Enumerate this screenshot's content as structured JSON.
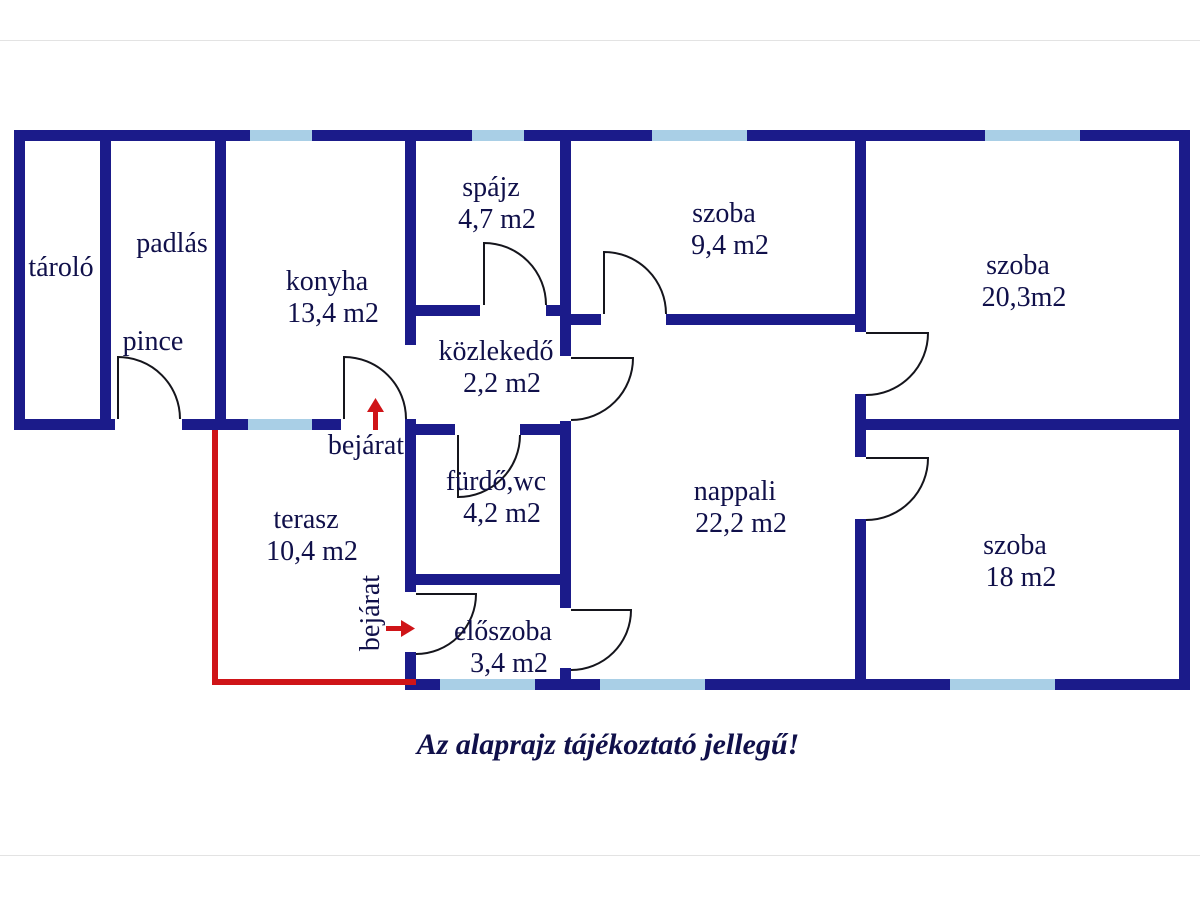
{
  "caption": "Az alaprajz tájékoztató jellegű!",
  "colors": {
    "wall": "#1b1b8a",
    "window": "#a9cfe6",
    "terrace_outline": "#cf1418",
    "entrance_arrow": "#cf1418",
    "text": "#10104a",
    "background": "#ffffff"
  },
  "rooms": [
    {
      "name": "tároló",
      "area": ""
    },
    {
      "name": "padlás",
      "area": ""
    },
    {
      "name": "pince",
      "area": ""
    },
    {
      "name": "konyha",
      "area": "13,4 m2"
    },
    {
      "name": "spájz",
      "area": "4,7 m2"
    },
    {
      "name": "közlekedő",
      "area": "2,2 m2"
    },
    {
      "name": "szoba",
      "area": "9,4 m2"
    },
    {
      "name": "szoba",
      "area": "20,3m2"
    },
    {
      "name": "fürdő,wc",
      "area": "4,2 m2"
    },
    {
      "name": "nappali",
      "area": "22,2 m2"
    },
    {
      "name": "szoba",
      "area": "18 m2"
    },
    {
      "name": "terasz",
      "area": "10,4 m2"
    },
    {
      "name": "előszoba",
      "area": "3,4 m2"
    }
  ],
  "entrances": [
    {
      "label": "bejárat",
      "direction": "up"
    },
    {
      "label": "bejárat",
      "direction": "right"
    }
  ]
}
